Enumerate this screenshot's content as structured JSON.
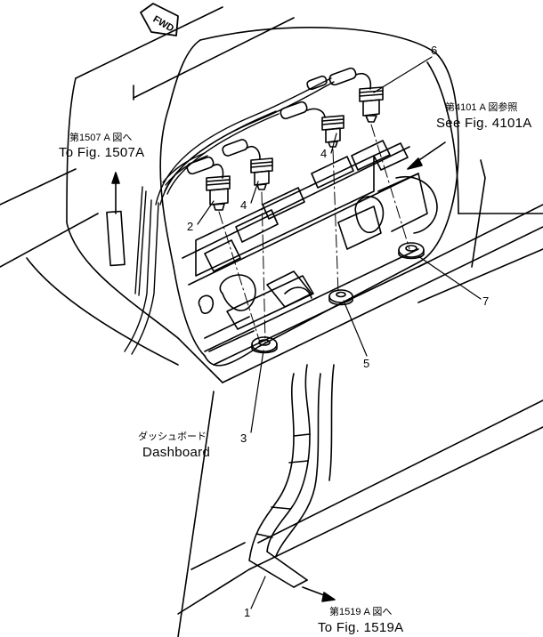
{
  "colors": {
    "ink": "#000000",
    "paper": "#ffffff"
  },
  "icons": {
    "direction": "fwd-arrow-icon"
  },
  "fwd_label": "FWD",
  "callouts": {
    "c1": "1",
    "c2": "2",
    "c3": "3",
    "c4a": "4",
    "c4b": "4",
    "c5": "5",
    "c6": "6",
    "c7": "7"
  },
  "references": {
    "top_left_jp": "第1507 A 図へ",
    "top_left_en": "To Fig. 1507A",
    "top_right_jp": "第4101 A 図参照",
    "top_right_en": "See Fig. 4101A",
    "bottom_jp": "第1519 A 図へ",
    "bottom_en": "To Fig. 1519A"
  },
  "dashboard": {
    "jp": "ダッシュボード",
    "en": "Dashboard"
  }
}
